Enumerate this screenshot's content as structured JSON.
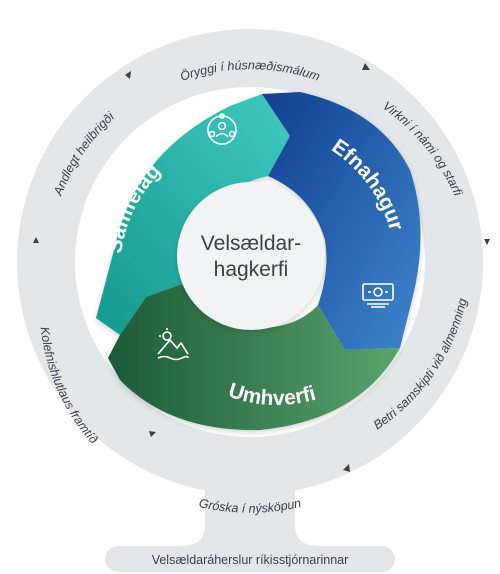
{
  "center": {
    "line1": "Velsældar-",
    "line2": "hagkerfi"
  },
  "segments": {
    "samfelag": "Samfélag",
    "efnahagur": "Efnahagur",
    "umhverfi": "Umhverfi"
  },
  "outer_ring": {
    "top": "Öryggi í húsnæðismálum",
    "top_right": "Virkni í námi og starfi",
    "right": "Betri samskipti við almenning",
    "bottom": "Gróska í nýsköpun",
    "left": "Kolefnishlutlaus framtíð",
    "top_left": "Andlegt heilbrigði"
  },
  "footer": "Velsældaráherslur ríkisstjórnarinnar",
  "icons": {
    "samfelag": "people-circle-icon",
    "efnahagur": "banknote-icon",
    "umhverfi": "mountain-sun-icon"
  },
  "colors": {
    "samfelag": "#2bbfb4",
    "efnahagur": "#1d55a8",
    "umhverfi": "#2f7d4f",
    "ring": "#e4e7ea",
    "text": "#3b4049"
  }
}
